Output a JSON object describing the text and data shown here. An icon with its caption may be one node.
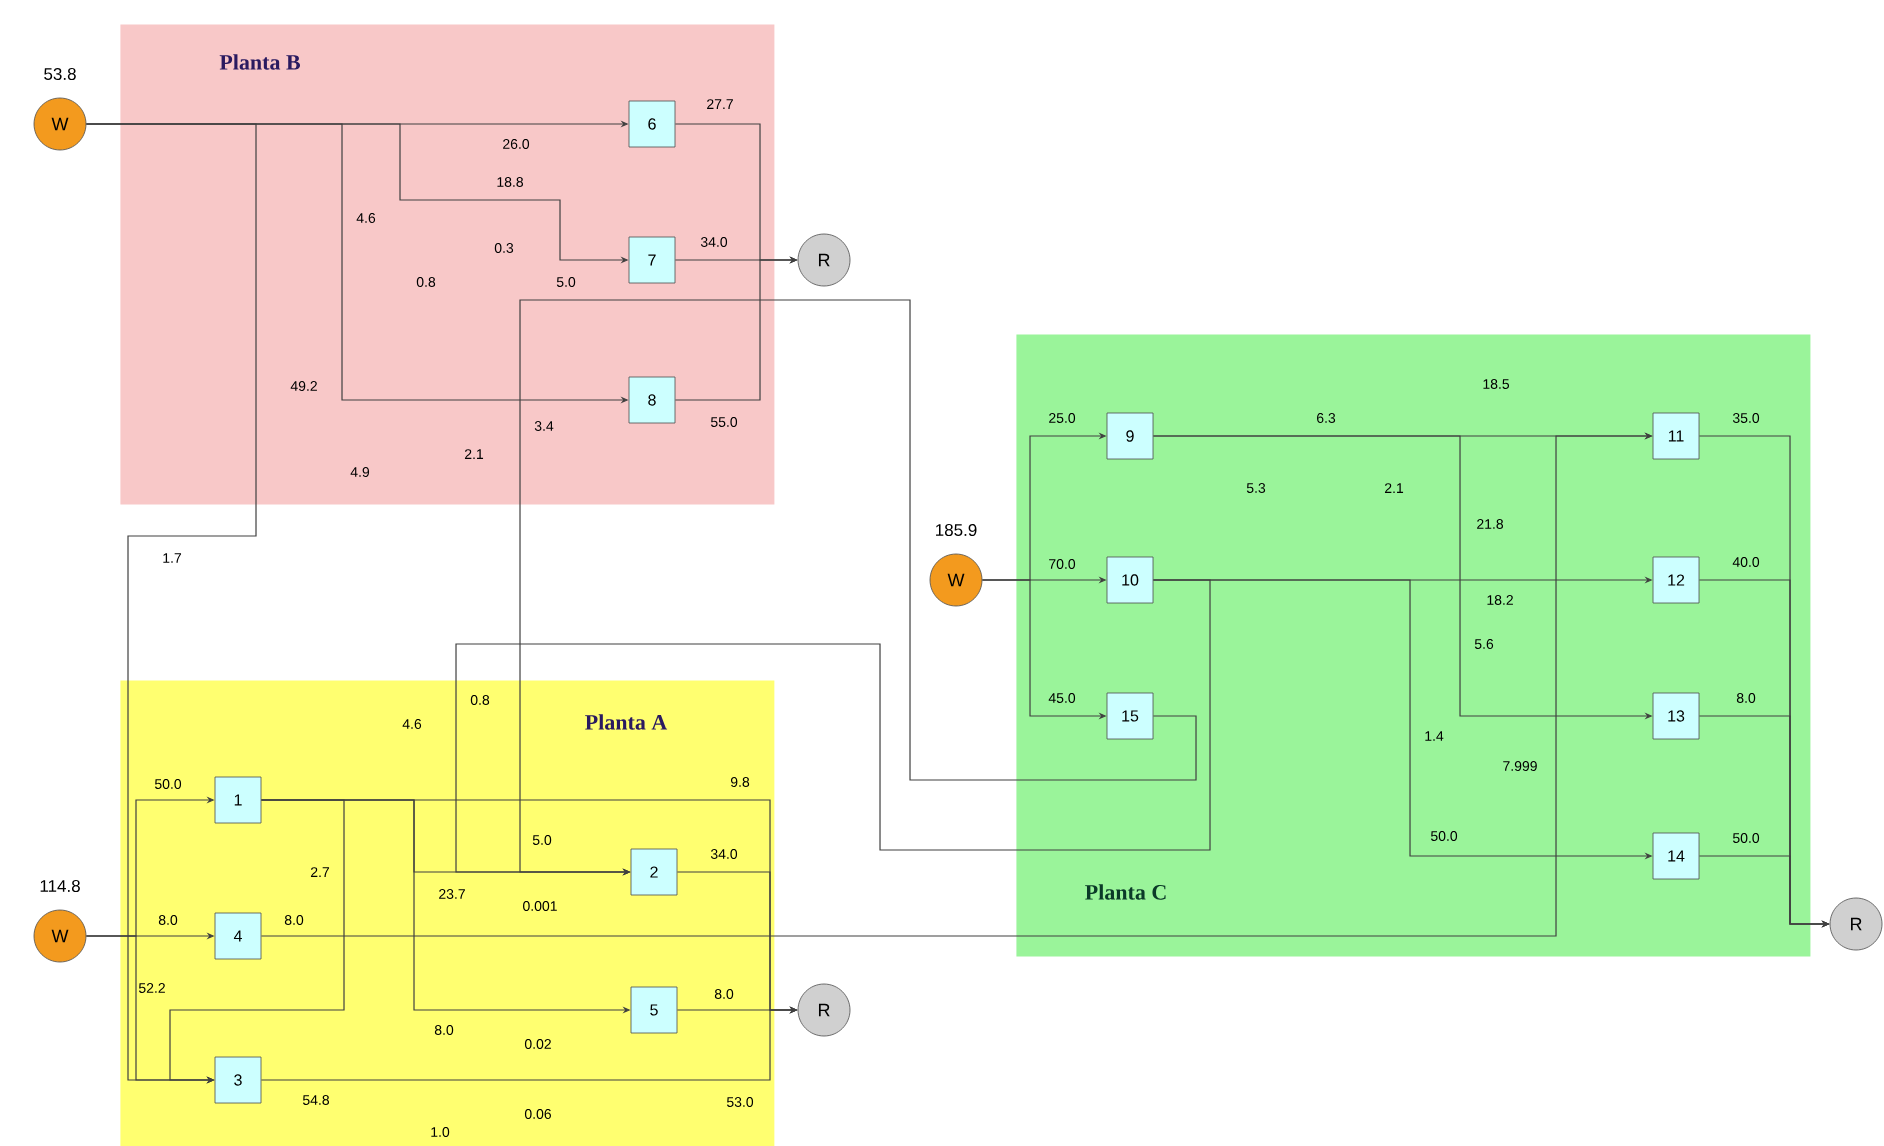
{
  "diagram": {
    "nodes": [
      {
        "text": [
          "Planta B"
        ]
      },
      {
        "text": [
          "W"
        ],
        "beside": [
          "53.8"
        ]
      },
      {
        "text": [
          "6"
        ],
        "in": 0
      },
      {
        "text": [
          "7"
        ],
        "in": 0
      },
      {
        "text": [
          "8"
        ],
        "in": 0
      },
      {
        "text": [
          "R"
        ]
      },
      {
        "text": [
          "Planta C"
        ]
      },
      {
        "text": [
          "W"
        ],
        "beside": [
          "185.9"
        ]
      },
      {
        "text": [
          "9"
        ],
        "in": 6
      },
      {
        "text": [
          "10"
        ],
        "in": 6
      },
      {
        "text": [
          "15"
        ],
        "in": 6
      },
      {
        "text": [
          "11"
        ],
        "in": 6
      },
      {
        "text": [
          "12"
        ],
        "in": 6
      },
      {
        "text": [
          "13"
        ],
        "in": 6
      },
      {
        "text": [
          "14"
        ],
        "in": 6
      },
      {
        "text": [
          "R"
        ]
      },
      {
        "text": [
          "Planta A"
        ]
      },
      {
        "text": [
          "W"
        ],
        "beside": [
          "114.8"
        ]
      },
      {
        "text": [
          "1"
        ],
        "in": 16
      },
      {
        "text": [
          "4"
        ],
        "in": 16
      },
      {
        "text": [
          "3"
        ],
        "in": 16
      },
      {
        "text": [
          "2"
        ],
        "in": 16
      },
      {
        "text": [
          "5"
        ],
        "in": 16
      },
      {
        "text": [
          "R"
        ]
      }
    ],
    "edges": [
      {
        "from": 1,
        "to": 2,
        "arrow": "to",
        "label": "26.0"
      },
      {
        "from": 1,
        "to": 4,
        "arrow": "to",
        "label": "49.2"
      },
      {
        "from": 1,
        "to": 3,
        "arrow": "to",
        "label": "18.8"
      },
      {
        "from": 1,
        "to": 20,
        "arrow": "to",
        "label": "1.7"
      },
      {
        "from": 2,
        "to": 5,
        "arrow": "to",
        "label": "27.7"
      },
      {
        "from": 3,
        "to": 5,
        "arrow": "to",
        "label": "34.0"
      },
      {
        "from": 4,
        "to": 5,
        "arrow": "to",
        "label": "55.0"
      },
      {
        "from": 7,
        "to": 8,
        "arrow": "to",
        "label": "25.0"
      },
      {
        "from": 7,
        "to": 9,
        "arrow": "to",
        "label": "70.0"
      },
      {
        "from": 7,
        "to": 10,
        "arrow": "to",
        "label": "45.0"
      },
      {
        "from": 8,
        "to": 11,
        "arrow": "to",
        "label": "6.3"
      },
      {
        "from": 9,
        "to": 12,
        "arrow": "to",
        "label": "18.2"
      },
      {
        "from": 8,
        "to": 13,
        "arrow": "to",
        "label": "5.6"
      },
      {
        "from": 9,
        "to": 14,
        "arrow": "to",
        "label": "50.0"
      },
      {
        "from": 11,
        "to": 15,
        "arrow": "to",
        "label": "35.0"
      },
      {
        "from": 12,
        "to": 15,
        "arrow": "to",
        "label": "40.0"
      },
      {
        "from": 13,
        "to": 15,
        "arrow": "to",
        "label": "8.0"
      },
      {
        "from": 14,
        "to": 15,
        "arrow": "to",
        "label": "50.0"
      },
      {
        "from": 10,
        "to": 21,
        "arrow": "to",
        "label": "5.0"
      },
      {
        "from": 9,
        "to": 21,
        "arrow": "to",
        "label": "0.8"
      },
      {
        "from": 19,
        "to": 11,
        "arrow": "to",
        "label": "7.999"
      },
      {
        "from": 17,
        "to": 18,
        "arrow": "to",
        "label": "50.0"
      },
      {
        "from": 17,
        "to": 19,
        "arrow": "to",
        "label": "8.0"
      },
      {
        "from": 17,
        "to": 20,
        "arrow": "to"
      },
      {
        "from": 18,
        "to": 20,
        "arrow": "to",
        "label": "52.2"
      },
      {
        "from": 18,
        "to": 21,
        "arrow": "to",
        "label": "23.7"
      },
      {
        "from": 18,
        "to": 22,
        "arrow": "to",
        "label": "8.0"
      },
      {
        "from": 18,
        "to": 23,
        "arrow": "to",
        "label": "9.8"
      },
      {
        "from": 21,
        "to": 23,
        "arrow": "to",
        "label": "34.0"
      },
      {
        "from": 22,
        "to": 23,
        "arrow": "to",
        "label": "8.0"
      },
      {
        "from": 20,
        "to": 23,
        "arrow": "to",
        "label": "53.0"
      }
    ],
    "labels": [
      "4.6",
      "0.8",
      "0.3",
      "5.0",
      "2.1",
      "3.4",
      "4.9",
      "18.5",
      "21.8",
      "5.3",
      "2.1",
      "1.4",
      "4.6",
      "2.7",
      "8.0",
      "0.001",
      "0.02",
      "54.8",
      "0.06",
      "1.0"
    ]
  }
}
